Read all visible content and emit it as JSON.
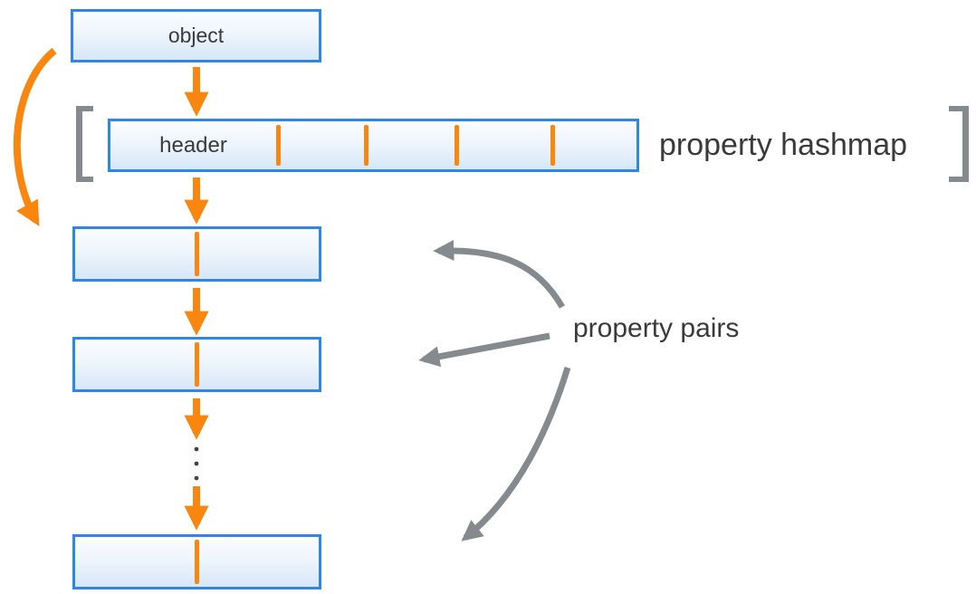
{
  "diagram": {
    "object_box": {
      "label": "object"
    },
    "hashmap_row": {
      "header_label": "header",
      "slot_divider_count": 4,
      "caption": "property hashmap"
    },
    "property_pairs": {
      "caption": "property pairs",
      "box_count": 3,
      "ellipsis_dot_count": 3
    },
    "colors": {
      "box_border_blue": "#2f86e3",
      "box_fill_top": "#fbfdff",
      "box_fill_bottom": "#d7e7f7",
      "arrow_orange": "#f8860f",
      "arrow_gray": "#848a8e",
      "bracket_gray": "#848a8e",
      "text_dark": "#3a3a3a"
    }
  }
}
